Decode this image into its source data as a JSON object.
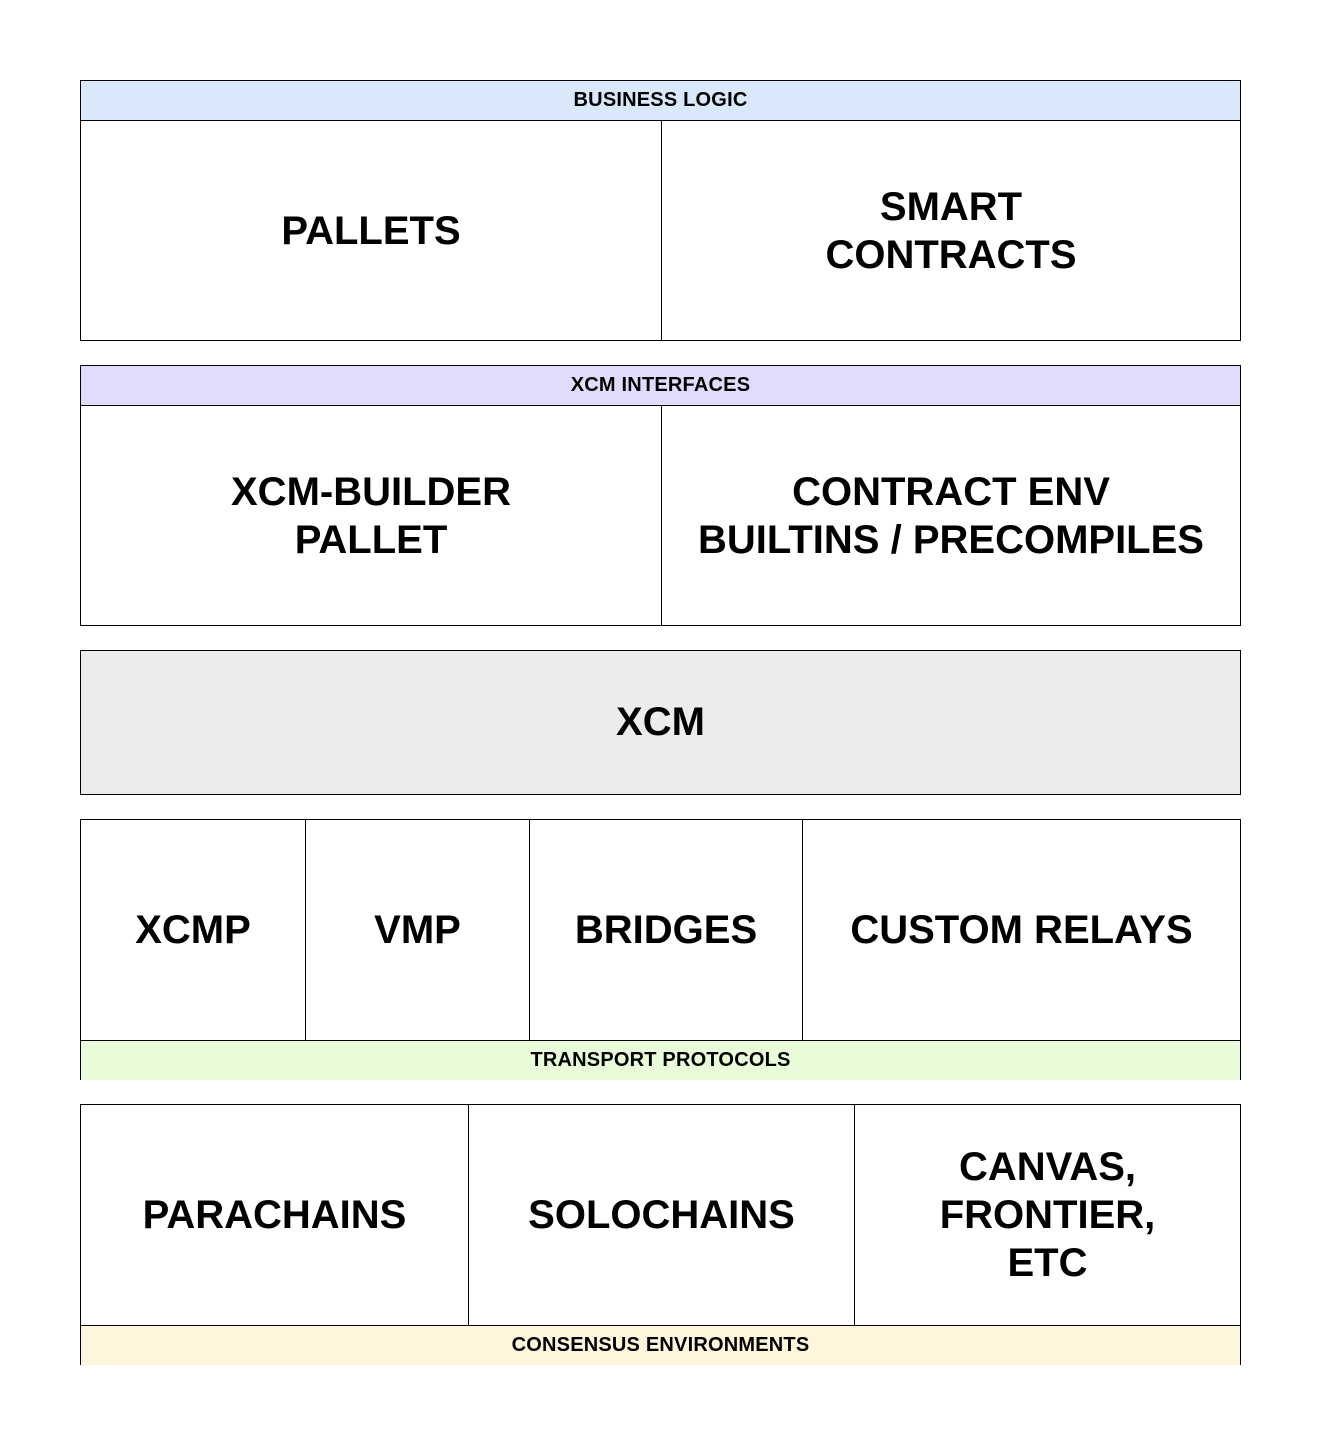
{
  "business_logic": {
    "label": "BUSINESS LOGIC",
    "band_color": "#dae8fc",
    "cells": [
      "PALLETS",
      "SMART\nCONTRACTS"
    ]
  },
  "xcm_interfaces": {
    "label": "XCM INTERFACES",
    "band_color": "#e1dcfb",
    "cells": [
      "XCM-BUILDER\nPALLET",
      "CONTRACT ENV\nBUILTINS / PRECOMPILES"
    ]
  },
  "xcm": {
    "label": "XCM",
    "fill_color": "#ececec"
  },
  "transport_protocols": {
    "label": "TRANSPORT PROTOCOLS",
    "band_color": "#e9fcd9",
    "cells": [
      "XCMP",
      "VMP",
      "BRIDGES",
      "CUSTOM RELAYS"
    ]
  },
  "consensus_environments": {
    "label": "CONSENSUS ENVIRONMENTS",
    "band_color": "#fdf6dc",
    "cells": [
      "PARACHAINS",
      "SOLOCHAINS",
      "CANVAS,\nFRONTIER,\nETC"
    ]
  }
}
